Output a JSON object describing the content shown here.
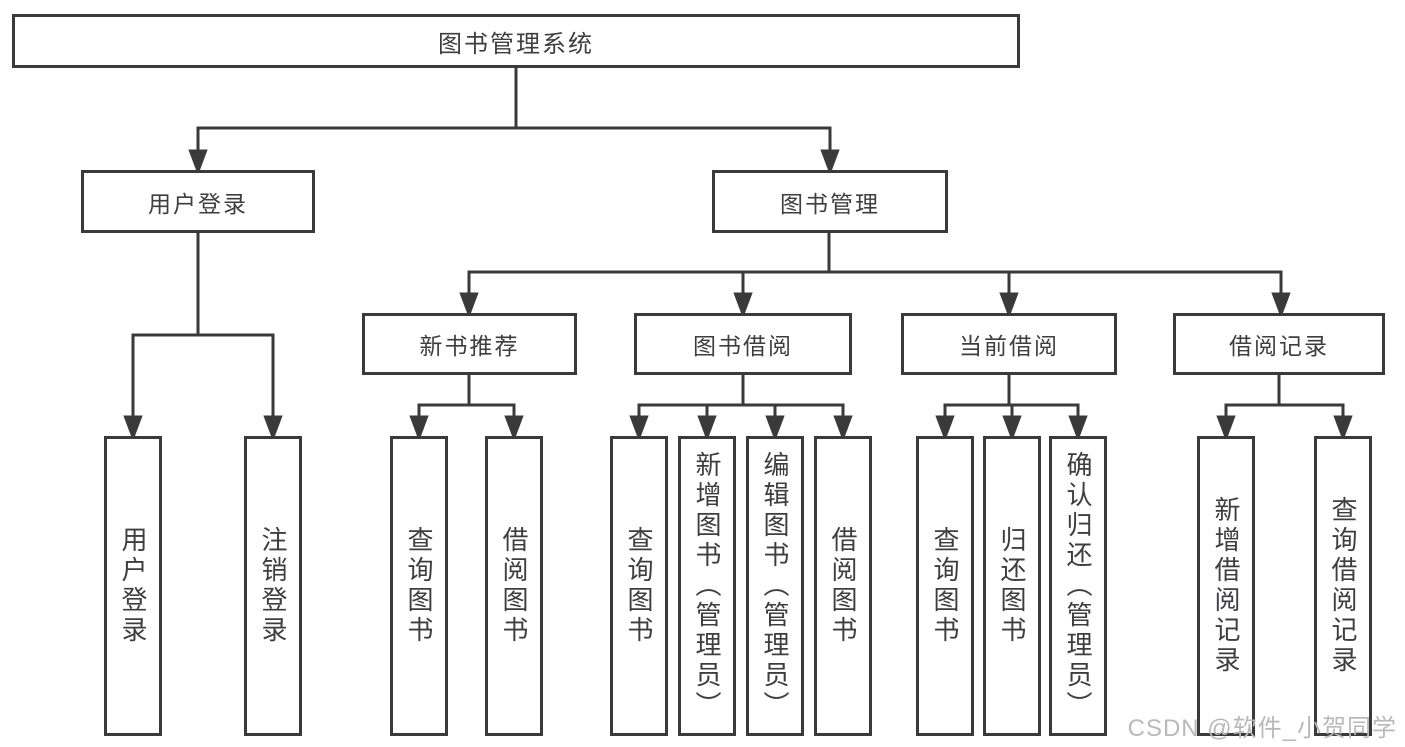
{
  "tree": {
    "root": "图书管理系统",
    "branches": [
      {
        "label": "用户登录",
        "children": [
          "用户登录",
          "注销登录"
        ]
      },
      {
        "label": "图书管理",
        "groups": [
          {
            "label": "新书推荐",
            "children": [
              "查询图书",
              "借阅图书"
            ]
          },
          {
            "label": "图书借阅",
            "children": [
              "查询图书",
              "新增图书（管理员）",
              "编辑图书（管理员）",
              "借阅图书"
            ]
          },
          {
            "label": "当前借阅",
            "children": [
              "查询图书",
              "归还图书",
              "确认归还（管理员）"
            ]
          },
          {
            "label": "借阅记录",
            "children": [
              "新增借阅记录",
              "查询借阅记录"
            ]
          }
        ]
      }
    ]
  },
  "watermark": "CSDN @软件_小贺同学",
  "colors": {
    "line": "#3a3a3a",
    "text": "#3e3e40",
    "watermark": "#b9b9b9",
    "background": "#ffffff"
  }
}
